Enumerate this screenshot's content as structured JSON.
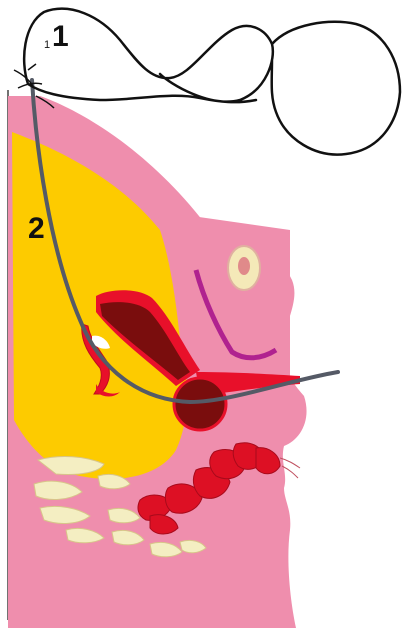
{
  "labels": {
    "one": "1",
    "one_small": "1",
    "two": "2"
  },
  "colors": {
    "skin": "#ef8ead",
    "fat": "#fdcb00",
    "muscle": "#e8102a",
    "muscle_dark": "#7a0d0d",
    "outline_purple": "#b0228f",
    "bone": "#f4eec2",
    "teeth_red": "#dd1024",
    "wire": "#555a66",
    "loop": "#111111",
    "lesion": "#f4e9b8"
  }
}
